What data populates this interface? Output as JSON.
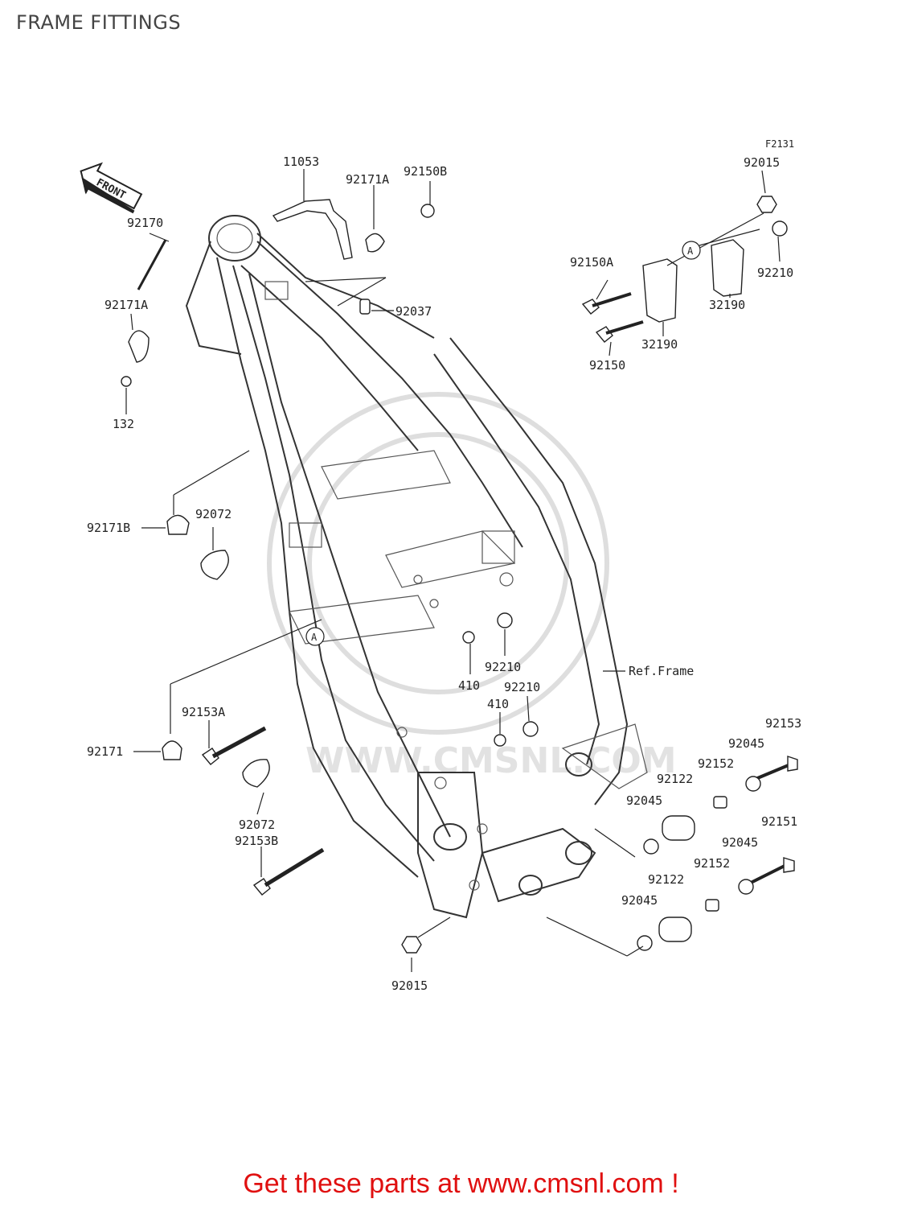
{
  "title": "FRAME FITTINGS",
  "figure_code": "F2131",
  "front_arrow_label": "FRONT",
  "watermark_text": "WWW.CMSNL.COM",
  "ref_frame_label": "Ref.Frame",
  "callout_letter": "A",
  "footer": "Get these parts at www.cmsnl.com !",
  "parts": {
    "p11053": "11053",
    "p92171A_top": "92171A",
    "p92150B": "92150B",
    "p92170": "92170",
    "p92171A_left": "92171A",
    "p132": "132",
    "p92037": "92037",
    "p92015_top": "92015",
    "p92150A": "92150A",
    "p92210_top": "92210",
    "p32190_a": "32190",
    "p32190_b": "32190",
    "p92150": "92150",
    "p92171B": "92171B",
    "p92072_a": "92072",
    "p92210_a": "92210",
    "p410_a": "410",
    "p92210_b": "92210",
    "p410_b": "410",
    "p92153A": "92153A",
    "p92171": "92171",
    "p92072_b": "92072",
    "p92153B": "92153B",
    "p92153": "92153",
    "p92045_a": "92045",
    "p92152_a": "92152",
    "p92122_a": "92122",
    "p92045_b": "92045",
    "p92151": "92151",
    "p92045_c": "92045",
    "p92152_b": "92152",
    "p92122_b": "92122",
    "p92045_d": "92045",
    "p92015_bottom": "92015"
  }
}
